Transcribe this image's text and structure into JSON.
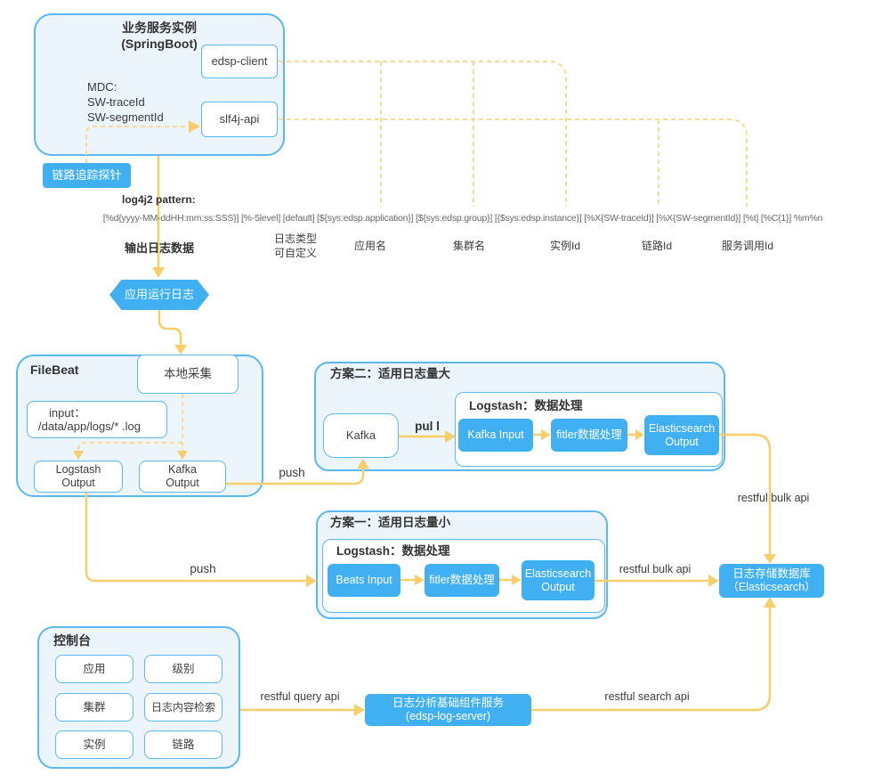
{
  "colors": {
    "accent_blue": "#41b0f3",
    "panel_border": "#5bb8f3",
    "panel_fill": "#ecf4fc",
    "arrow_solid": "#f8ce6b",
    "arrow_dashed": "#fcd98e",
    "logstash_title_blue": "#2ea9f2"
  },
  "springboot": {
    "title": "业务服务实例\n(SpringBoot)",
    "edsp_client": "edsp-client",
    "slf4j_api": "slf4j-api",
    "mdc": "MDC:\nSW-traceId\nSW-segmentId",
    "probe": "链路追踪探针"
  },
  "pattern": {
    "title": "log4j2 pattern:",
    "text": "[%d{yyyy-MM-ddHH:mm:ss:SSS}] [%-5level] [default] [${sys:edsp.application}] [${sys:edsp.group}] [{$sys:edsp.instance}] [%X{SW-traceId}] [%X{SW-segmentId}] [%t] [%C{1}] %m%n",
    "output_label": "输出日志数据",
    "annotations": [
      "日志类型\n可自定义",
      "应用名",
      "集群名",
      "实例Id",
      "链路Id",
      "服务调用Id"
    ]
  },
  "runtime_log": {
    "label": "应用运行日志"
  },
  "filebeat": {
    "title": "FileBeat",
    "local_collect": "本地采集",
    "input": "input：\n/data/app/logs/* .log",
    "logstash_output": "Logstash\nOutput",
    "kafka_output": "Kafka\nOutput"
  },
  "plan2": {
    "title": "方案二：适用日志量大",
    "kafka": "Kafka",
    "logstash_title": "Logstash：数据处理",
    "kafka_input": "Kafka Input",
    "filter": "fitler数据处理",
    "es_output": "Elasticsearch\nOutput"
  },
  "plan1": {
    "title": "方案一：适用日志量小",
    "logstash_title": "Logstash：数据处理",
    "beats_input": "Beats Input",
    "filter": "fitler数据处理",
    "es_output": "Elasticsearch\nOutput"
  },
  "storage": {
    "label": "日志存储数据库\n（Elasticsearch）"
  },
  "console": {
    "title": "控制台",
    "items": [
      "应用",
      "级别",
      "集群",
      "日志内容检索",
      "实例",
      "链路"
    ]
  },
  "log_server": {
    "label": "日志分析基础组件服务\n(edsp-log-server)"
  },
  "edges": {
    "push_kafka": "push",
    "push_logstash": "push",
    "pull": "pul l",
    "bulk_top": "restful bulk api",
    "bulk_left": "restful bulk api",
    "query": "restful query api",
    "search": "restful search api"
  }
}
